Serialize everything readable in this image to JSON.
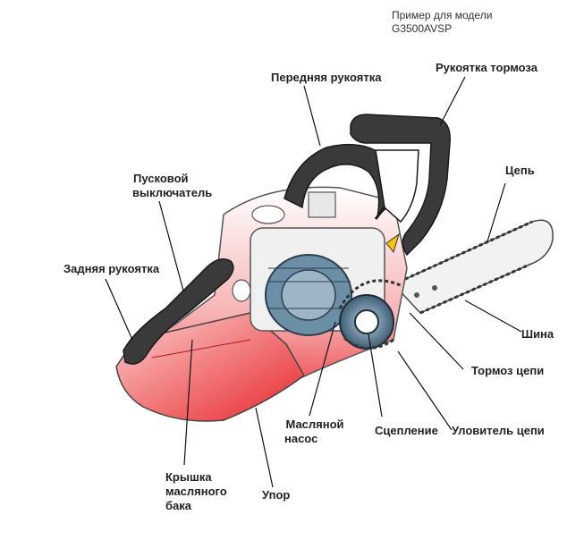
{
  "note": {
    "line1": "Пример для модели",
    "line2": "G3500AVSP"
  },
  "labels": {
    "front_handle": "Передняя рукоятка",
    "brake_handle": "Рукоятка тормоза",
    "start_switch_1": "Пусковой",
    "start_switch_2": "выключатель",
    "chain": "Цепь",
    "rear_handle": "Задняя рукоятка",
    "bar": "Шина",
    "chain_brake": "Тормоз цепи",
    "oil_pump_1": "Масляной",
    "oil_pump_2": "насос",
    "clutch": "Сцепление",
    "chain_catcher": "Уловитель цепи",
    "oil_cap_1": "Крышка",
    "oil_cap_2": "масляного",
    "oil_cap_3": "бака",
    "bumper": "Упор"
  },
  "colors": {
    "body_red": "#e8262a",
    "handle_dark": "#3a3a3a",
    "engine_blue": "#6d8fa6",
    "bar_gray": "#f2f2f2"
  }
}
